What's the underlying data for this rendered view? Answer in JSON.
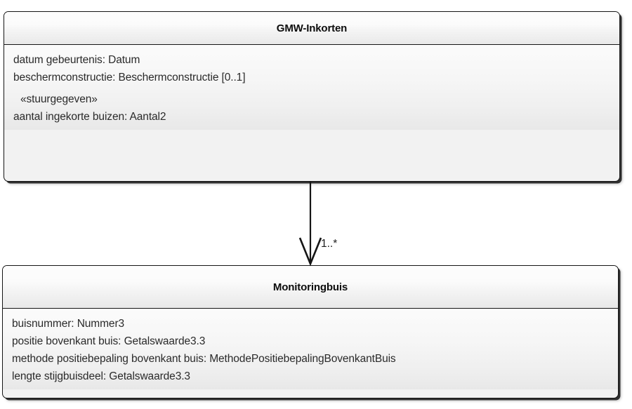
{
  "diagram": {
    "type": "uml-class-diagram",
    "background_color": "#ffffff",
    "border_color": "#151515",
    "header_fill": "#f7f7f7",
    "body_fill": "#f0f0f0"
  },
  "classes": [
    {
      "name": "GMW-Inkorten",
      "attributes": [
        {
          "text": "datum gebeurtenis: Datum",
          "kind": "attribute"
        },
        {
          "text": "beschermconstructie: Beschermconstructie [0..1]",
          "kind": "attribute"
        },
        {
          "text": "«stuurgegeven»",
          "kind": "stereotype"
        },
        {
          "text": "aantal ingekorte buizen: Aantal2",
          "kind": "attribute"
        }
      ]
    },
    {
      "name": "Monitoringbuis",
      "attributes": [
        {
          "text": "buisnummer: Nummer3",
          "kind": "attribute"
        },
        {
          "text": "positie bovenkant buis: Getalswaarde3.3",
          "kind": "attribute"
        },
        {
          "text": "methode positiebepaling bovenkant buis: MethodePositiebepalingBovenkantBuis",
          "kind": "attribute"
        },
        {
          "text": "lengte stijgbuisdeel: Getalswaarde3.3",
          "kind": "attribute"
        }
      ]
    }
  ],
  "association": {
    "source_class": "GMW-Inkorten",
    "target_class": "Monitoringbuis",
    "target_multiplicity": "1..*",
    "arrow_style": "open-arrowhead",
    "line_style": "solid",
    "line_color": "#151515"
  }
}
